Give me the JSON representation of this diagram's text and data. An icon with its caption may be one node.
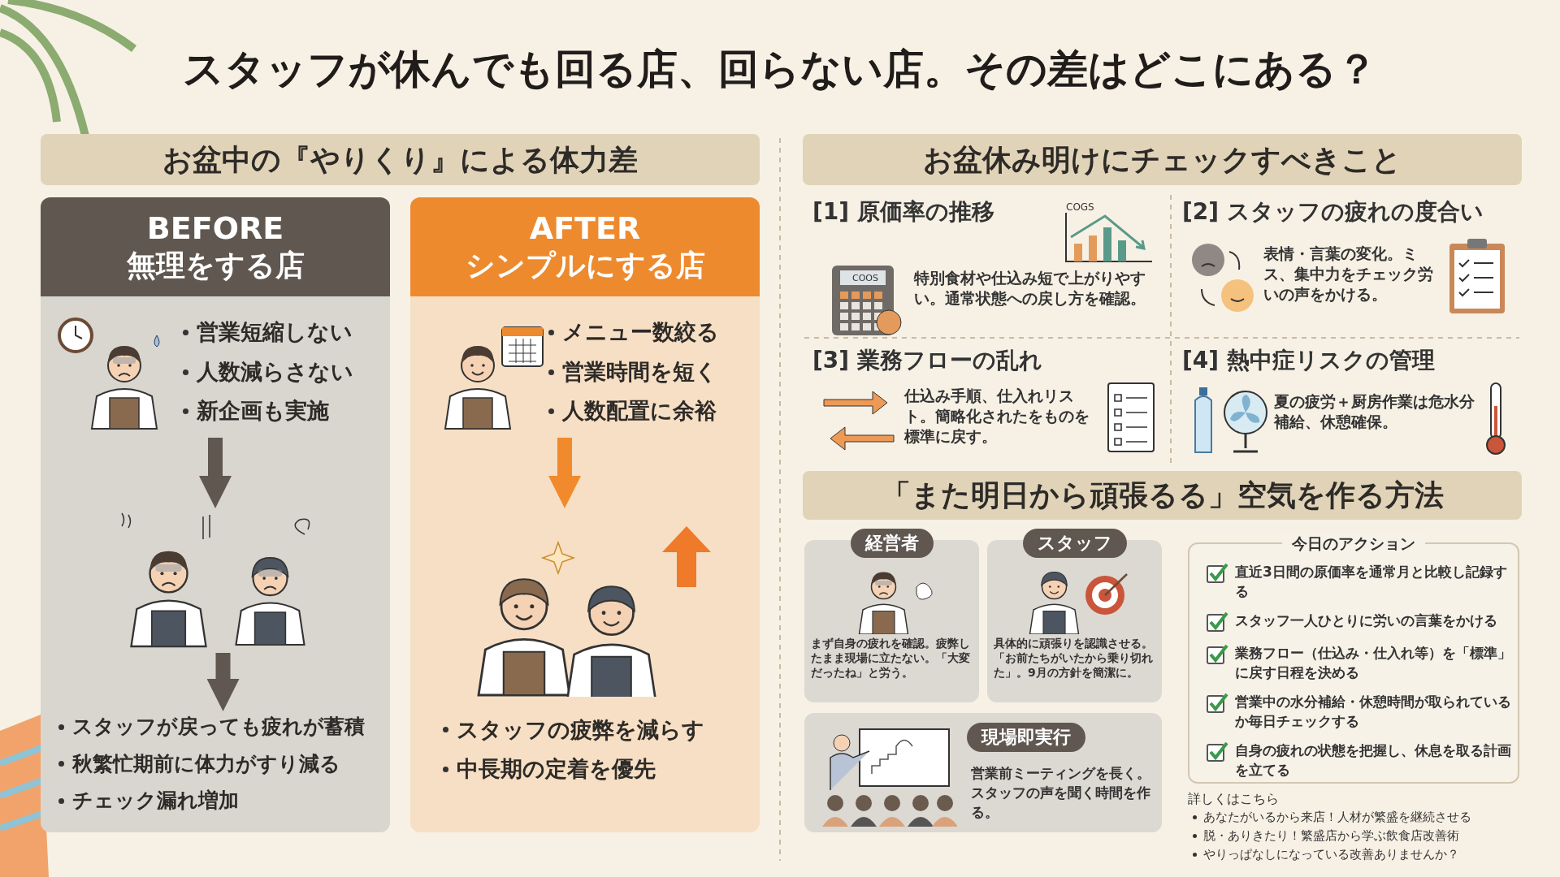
{
  "diagram": {
    "title": "スタッフが休んでも回る店、回らない店。その差はどこにある？",
    "nodes": [
      {
        "text": [
          "お盆中の『やりくり』による体力差"
        ]
      },
      {
        "text": [
          "BEFORE",
          "無理をする店"
        ]
      },
      {
        "text": [
          "営業短縮しない",
          "人数減らさない",
          "新企画も実施"
        ],
        "in": 1
      },
      {
        "text": [],
        "shape": "picture",
        "in": 1
      },
      {
        "text": [
          "スタッフが戻っても疲れが蓄積",
          "秋繁忙期前に体力がすり減る",
          "チェック漏れ増加"
        ],
        "in": 1
      },
      {
        "text": [
          "AFTER",
          "シンプルにする店"
        ]
      },
      {
        "text": [
          "メニュー数絞る",
          "営業時間を短く",
          "人数配置に余裕"
        ],
        "in": 5
      },
      {
        "text": [],
        "shape": "picture",
        "in": 5
      },
      {
        "text": [
          "スタッフの疲弊を減らす",
          "中長期の定着を優先"
        ],
        "in": 5
      },
      {
        "text": [
          "お盆休み明けにチェックすべきこと"
        ]
      },
      {
        "text": [
          "「また明日から頑張るる」空気を作る方法"
        ]
      },
      {
        "text": [
          "経営者",
          "まず自身の疲れを確認。疲弊したまま現場に立たない。「大変だったね」と労う。"
        ]
      },
      {
        "text": [
          "スタッフ",
          "具体的に頑張りを認識させる。「お前たちがいたから乗り切れた」。9月の方針を簡潔に。"
        ]
      },
      {
        "text": [
          "現場即実行",
          "営業前ミーティングを長く。スタッフの声を聞く時間を作る。"
        ]
      },
      {
        "text": [
          "今日のアクション",
          "直近3日間の原価率を通常月と比較し記録する",
          "スタッフ一人ひとりに労いの言葉をかける",
          "業務フロー（仕込み・仕入れ等）を「標準」に戻す日程を決める",
          "営業中の水分補給・休憩時間が取られているか毎日チェックする",
          "自身の疲れの状態を把握し、休息を取る計画を立てる"
        ]
      }
    ],
    "edges": [
      {
        "from": 2,
        "to": 3,
        "arrow": "to"
      },
      {
        "from": 3,
        "to": 4,
        "arrow": "to"
      },
      {
        "from": 6,
        "to": 7,
        "arrow": "to",
        "color": "#f08a2c"
      }
    ],
    "labels": [
      "[1] 原価率の推移",
      "COOS",
      "特別食材や仕込み短で上がりやすい。通常状態への戻し方を確認。",
      "COGS",
      "[2] スタッフの疲れの度合い",
      "表情・言葉の変化。ミス、集中力をチェック労いの声をかける。",
      "[3] 業務フローの乱れ",
      "仕込み手順、仕入れリスト。簡略化されたをものを標準に戻す。",
      "[4] 熱中症リスクの管理",
      "夏の疲労＋厨房作業は危水分補給、休憩確保。",
      "詳しくはこちら",
      "あなたがいるから来店！人材が繁盛を継続させる",
      "脱・ありきたり！繁盛店から学ぶ飲食店改善術",
      "やりっぱなしになっている改善ありませんか？"
    ]
  }
}
